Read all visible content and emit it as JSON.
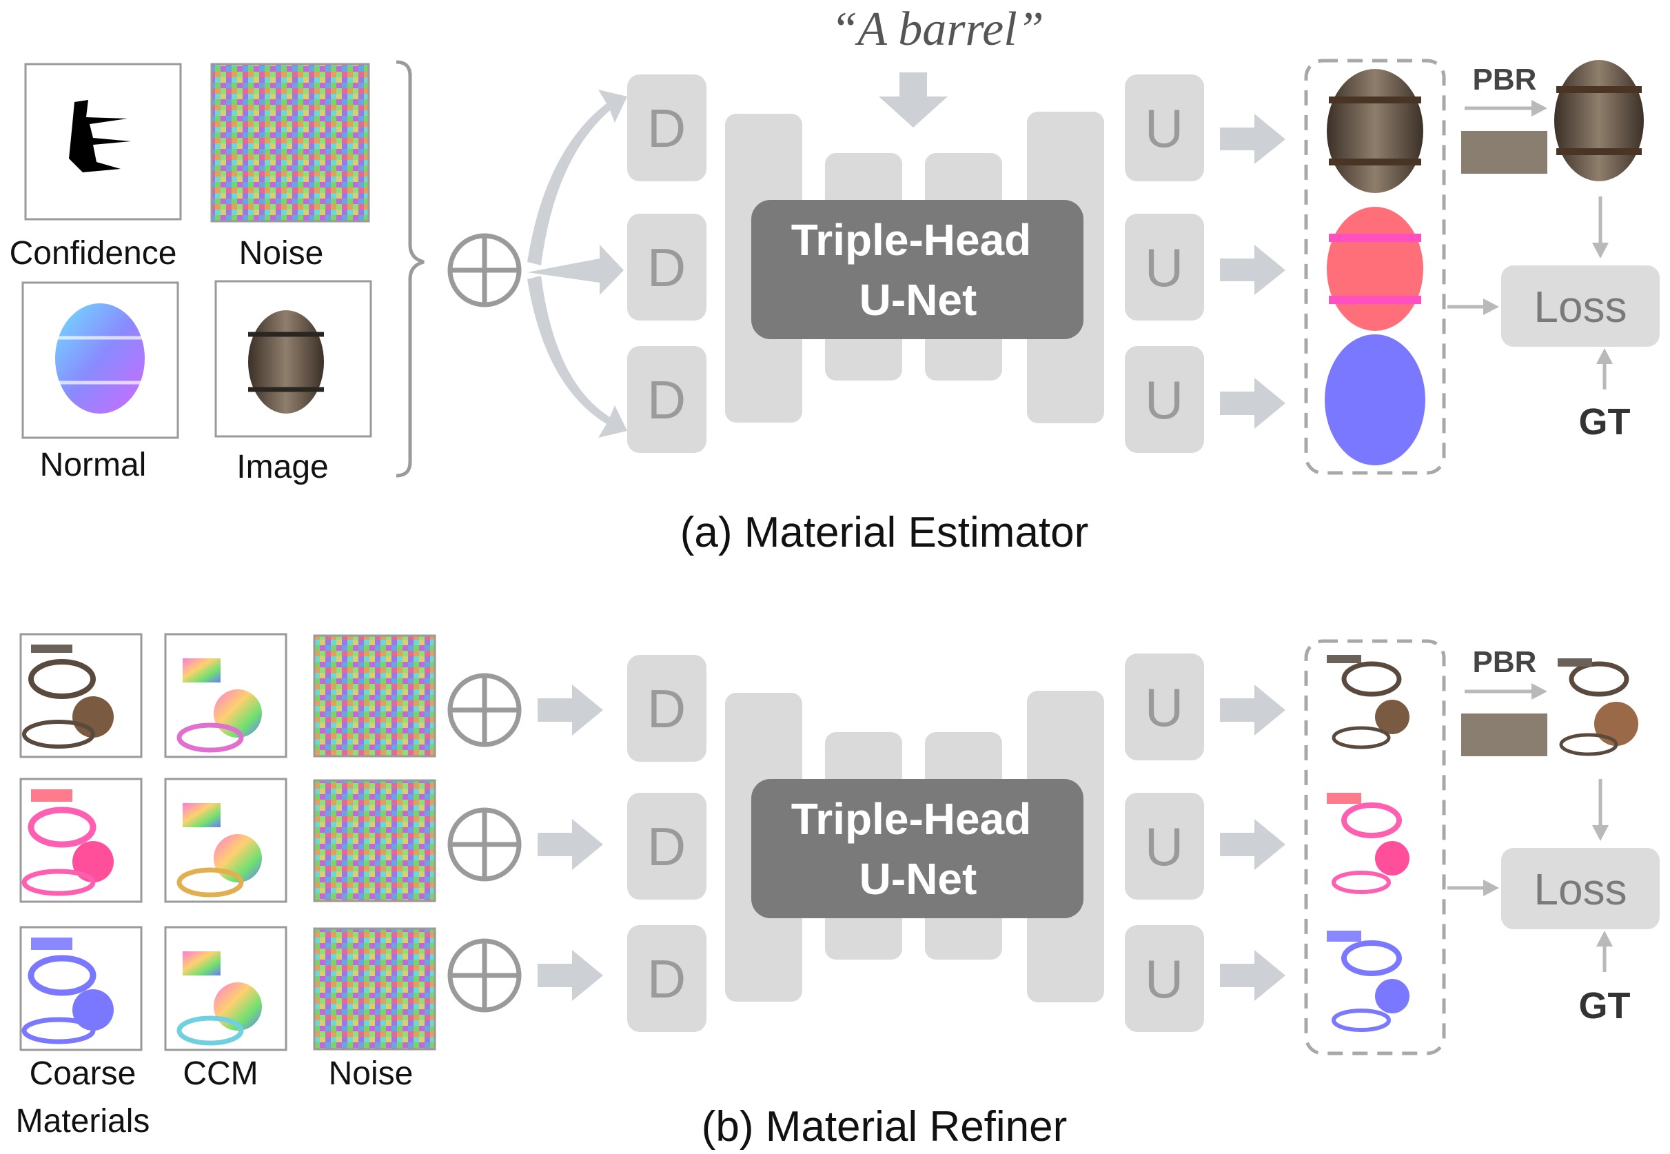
{
  "prompt": "“A barrel”",
  "estimator": {
    "inputs": {
      "confidence": "Confidence",
      "noise": "Noise",
      "normal": "Normal",
      "image": "Image"
    },
    "decoder_label": "D",
    "unet_line1": "Triple-Head",
    "unet_line2": "U-Net",
    "upsample_label": "U",
    "pbr": "PBR",
    "loss": "Loss",
    "gt": "GT",
    "caption": "(a) Material Estimator"
  },
  "refiner": {
    "inputs": {
      "coarse_line1": "Coarse",
      "coarse_line2": "Materials",
      "ccm": "CCM",
      "noise": "Noise"
    },
    "decoder_label": "D",
    "unet_line1": "Triple-Head",
    "unet_line2": "U-Net",
    "upsample_label": "U",
    "pbr": "PBR",
    "loss": "Loss",
    "gt": "GT",
    "caption": "(b) Material Refiner"
  },
  "colors": {
    "block_gray": "#dadada",
    "unet_gray": "#7a7a7a",
    "albedo_brown": "#6b5a4a",
    "roughness_pink": "#ff6f7a",
    "normal_blue": "#7a78ff"
  }
}
